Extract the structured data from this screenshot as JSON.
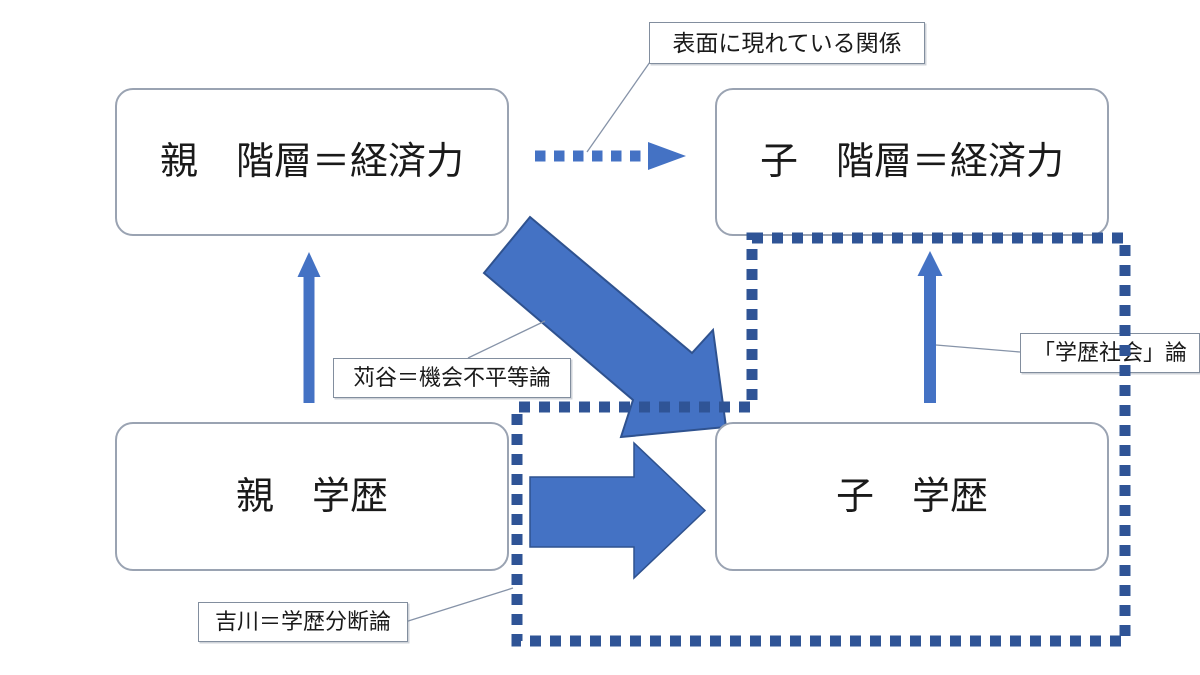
{
  "nodes": {
    "parent_class": "親　階層＝経済力",
    "child_class": "子　階層＝経済力",
    "parent_education": "親　学歴",
    "child_education": "子　学歴"
  },
  "callouts": {
    "surface_relation": "表面に現れている関係",
    "kariya": "苅谷＝機会不平等論",
    "gakureki_society": "「学歴社会」論",
    "kikkawa": "吉川＝学歴分断論"
  },
  "colors": {
    "arrow_blue": "#4472C4",
    "arrow_border": "#2F528F",
    "dotted_navy": "#2F5496",
    "connector_gray": "#8693A8",
    "node_border": "#9AA3B2",
    "callout_border": "#828E9E",
    "text": "#1A1A1A"
  }
}
